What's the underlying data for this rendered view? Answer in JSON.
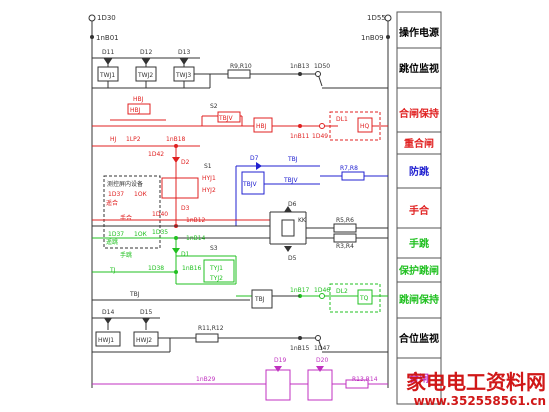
{
  "colors": {
    "black": "#333333",
    "red": "#e02020",
    "blue": "#2020d0",
    "green": "#20c020",
    "magenta": "#c030c0",
    "watermark_red": "#d01818"
  },
  "top": {
    "left_bus": "1D30",
    "left_node": "1nB01",
    "right_bus": "1D55",
    "right_node": "1nB09"
  },
  "sidebar": {
    "items": [
      {
        "label": "操作电源",
        "color": "#222222"
      },
      {
        "label": "跳位监视",
        "color": "#222222"
      },
      {
        "label": "合闸保持",
        "color": "#e02020"
      },
      {
        "label": "重合闸",
        "color": "#e02020"
      },
      {
        "label": "防跳",
        "color": "#2020d0"
      },
      {
        "label": "手合",
        "color": "#e02020"
      },
      {
        "label": "手跳",
        "color": "#20c020"
      },
      {
        "label": "保护跳闸",
        "color": "#20c020"
      },
      {
        "label": "跳闸保持",
        "color": "#20c020"
      },
      {
        "label": "合位监视",
        "color": "#222222"
      },
      {
        "label": "合闸",
        "color": "#c030c0"
      }
    ]
  },
  "labels": {
    "d11": "D11",
    "d12": "D12",
    "d13": "D13",
    "twj1": "TWJ1",
    "twj2": "TWJ2",
    "twj3": "TWJ3",
    "r9r10": "R9,R10",
    "n1nb13": "1nB13",
    "n1d50": "1D50",
    "hbj_top": "HBJ",
    "hbj_mid": "HBJ",
    "hbj_box": "HBJ",
    "s2": "S2",
    "tbjv_top": "TBJV",
    "n1nb11": "1nB11",
    "n1d49": "1D49",
    "dl1": "DL1",
    "hq": "HQ",
    "hj": "HJ",
    "lp2": "1LP2",
    "n1nb18": "1nB18",
    "n1d42": "1D42",
    "d2": "D2",
    "s1": "S1",
    "hyj1": "HYJ1",
    "hyj2": "HYJ2",
    "d3": "D3",
    "d7": "D7",
    "tbj_d7": "TBJ",
    "tbjv_box": "TBJV",
    "tbjv_r": "TBJV",
    "r7r8": "R7,R8",
    "device_title": "测控屏内设备",
    "remote_close": "遥合",
    "manual_close": "手合",
    "remote_trip": "遥跳",
    "manual_trip": "手跳",
    "n1d37a": "1D37",
    "n1k_a": "1ОК",
    "n1d37b": "1D37",
    "n1k_b": "1ОК",
    "n1d40": "1D40",
    "n1nb12": "1nB12",
    "d6": "D6",
    "kk": "KK",
    "d5": "D5",
    "r5r6": "R5,R6",
    "r3r4": "R3,R4",
    "n1d35": "1D35",
    "n1nb14": "1nB14",
    "d1": "D1",
    "s3": "S3",
    "tyj1": "TYJ1",
    "tyj2": "TYJ2",
    "tj": "TJ",
    "n1d38": "1D38",
    "n1nb16": "1nB16",
    "tbj_mid": "TBJ",
    "tbj_box2": "TBJ",
    "n1nb17": "1nB17",
    "n1d46": "1D46",
    "dl2": "DL2",
    "tq": "TQ",
    "d14": "D14",
    "d15": "D15",
    "hwj1": "HWJ1",
    "hwj2": "HWJ2",
    "r11r12": "R11,R12",
    "n1nb15": "1nB15",
    "n1d47": "1D47",
    "n1nb29": "1nB29",
    "d19": "D19",
    "d20": "D20",
    "r13r14": "R13,R14"
  },
  "watermark": {
    "title": "家电电工资料网",
    "url": "www.352558561.cn"
  }
}
